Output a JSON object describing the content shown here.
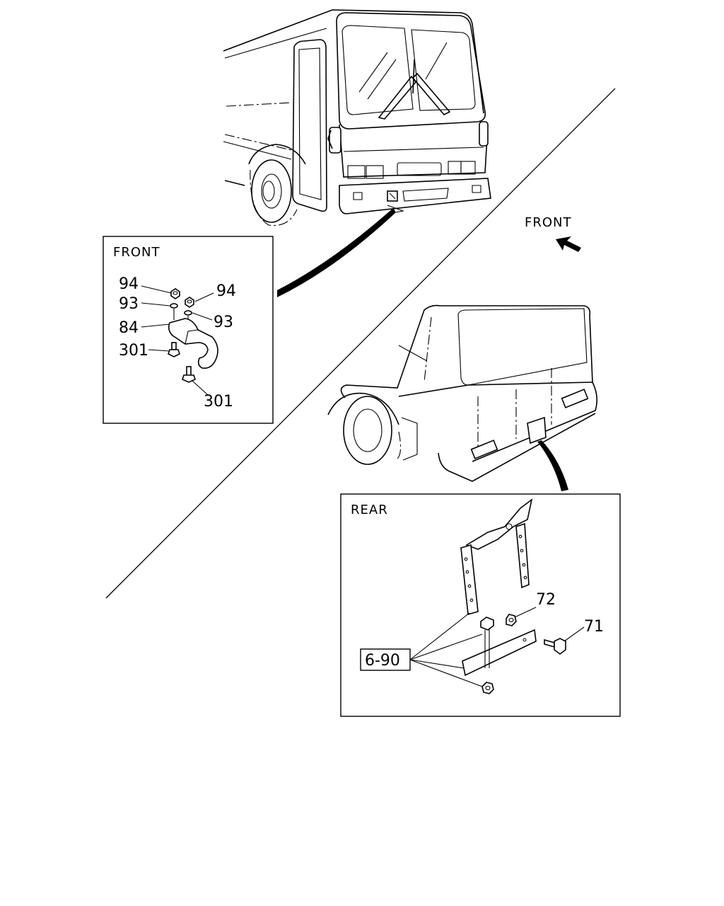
{
  "front_view": {
    "direction_label": "FRONT"
  },
  "front_detail": {
    "heading": "FRONT",
    "callouts": {
      "nut_left": "94",
      "nut_right": "94",
      "washer_left": "93",
      "washer_right": "93",
      "hook": "84",
      "bolt_left": "301",
      "bolt_lower": "301"
    }
  },
  "rear_detail": {
    "heading": "REAR",
    "callouts": {
      "nut": "72",
      "bolt": "71",
      "reference": "6-90"
    }
  },
  "icons": {
    "direction_arrow": "arrow-up-left-icon"
  }
}
